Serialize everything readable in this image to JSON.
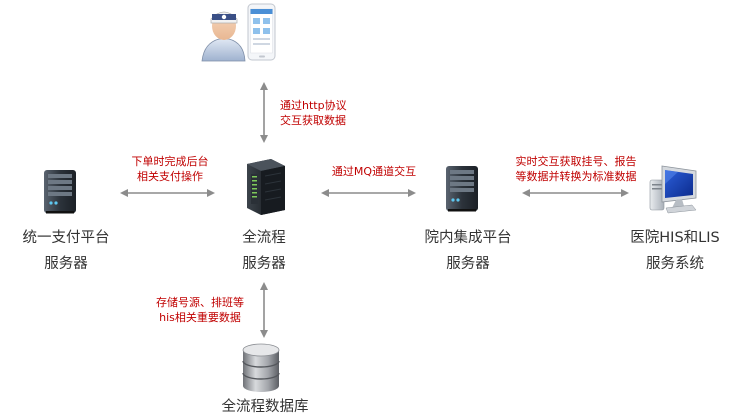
{
  "colors": {
    "arrow": "#8c8c8c",
    "label_text": "#c00000",
    "node_text": "#333333",
    "background": "#ffffff"
  },
  "nodes": {
    "client": {
      "icon": "patient-phone-icon"
    },
    "payment": {
      "line1": "统一支付平台",
      "line2": "服务器",
      "icon": "server-tower-icon"
    },
    "process": {
      "line1": "全流程",
      "line2": "服务器",
      "icon": "server-rack-icon"
    },
    "hospital_platform": {
      "line1": "院内集成平台",
      "line2": "服务器",
      "icon": "server-tower-icon"
    },
    "his_lis": {
      "line1": "医院HIS和LIS",
      "line2": "服务系统",
      "icon": "computer-icon"
    },
    "database": {
      "line1": "全流程数据库",
      "icon": "database-icon"
    }
  },
  "edges": {
    "client_process": {
      "line1": "通过http协议",
      "line2": "交互获取数据"
    },
    "payment_process": {
      "line1": "下单时完成后台",
      "line2": "相关支付操作"
    },
    "process_hospital": {
      "line1": "通过MQ通道交互"
    },
    "hospital_his": {
      "line1": "实时交互获取挂号、报告",
      "line2": "等数据并转换为标准数据"
    },
    "process_database": {
      "line1": "存储号源、排班等",
      "line2": "his相关重要数据"
    }
  }
}
